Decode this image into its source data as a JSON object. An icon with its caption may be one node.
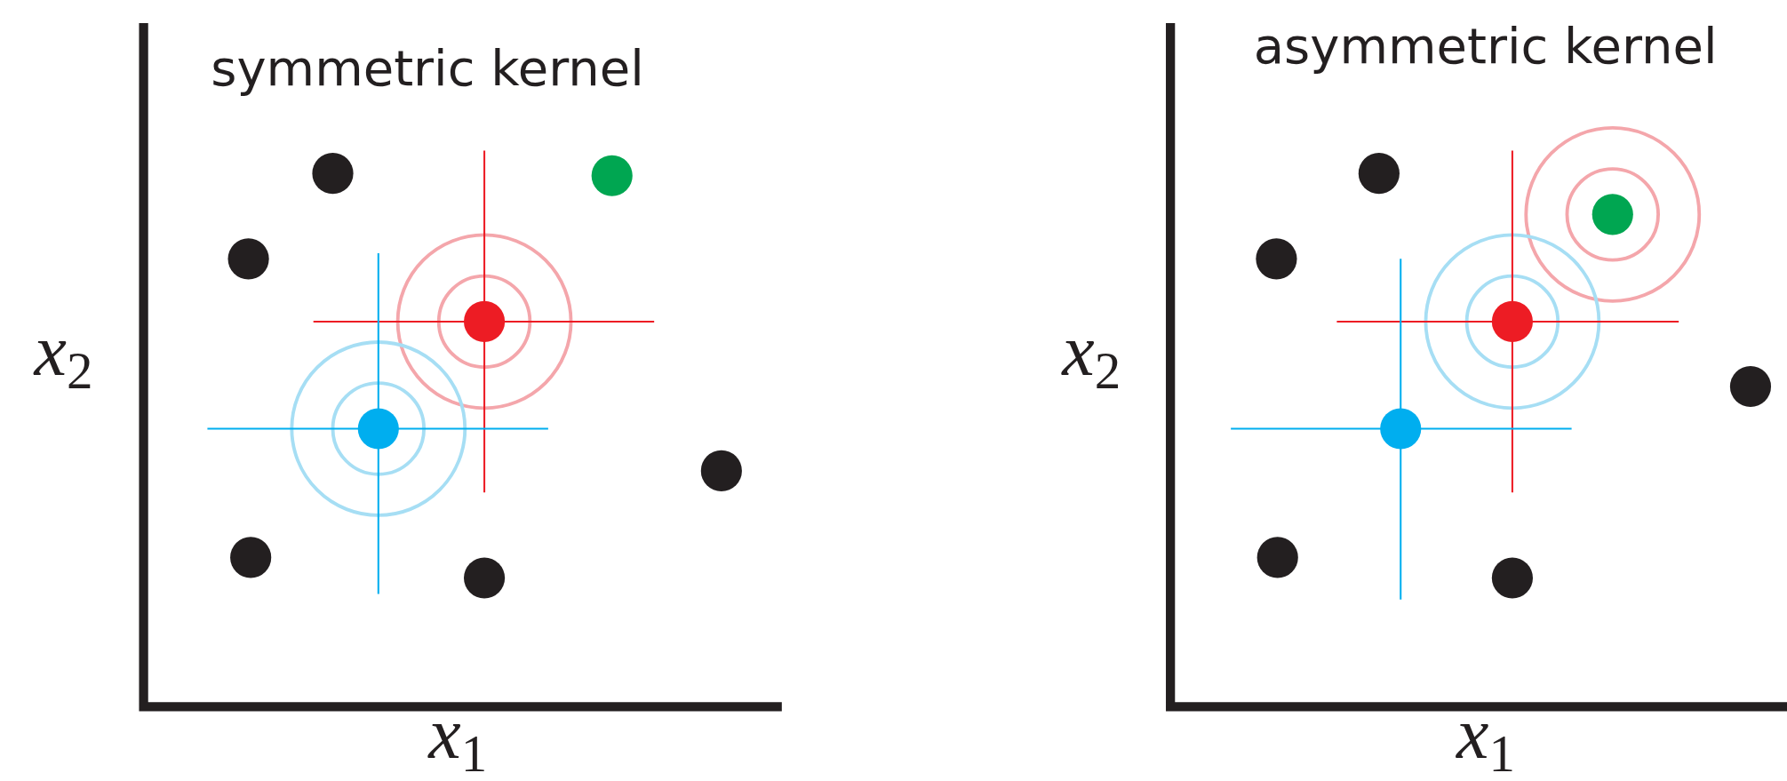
{
  "diagram": {
    "labels": [
      "symmetric kernel",
      "asymmetric kernel",
      "*x*$_{2}$",
      "*x*$_{2}$",
      "*x*$_{1}$",
      "*x*$_{1}$"
    ]
  }
}
